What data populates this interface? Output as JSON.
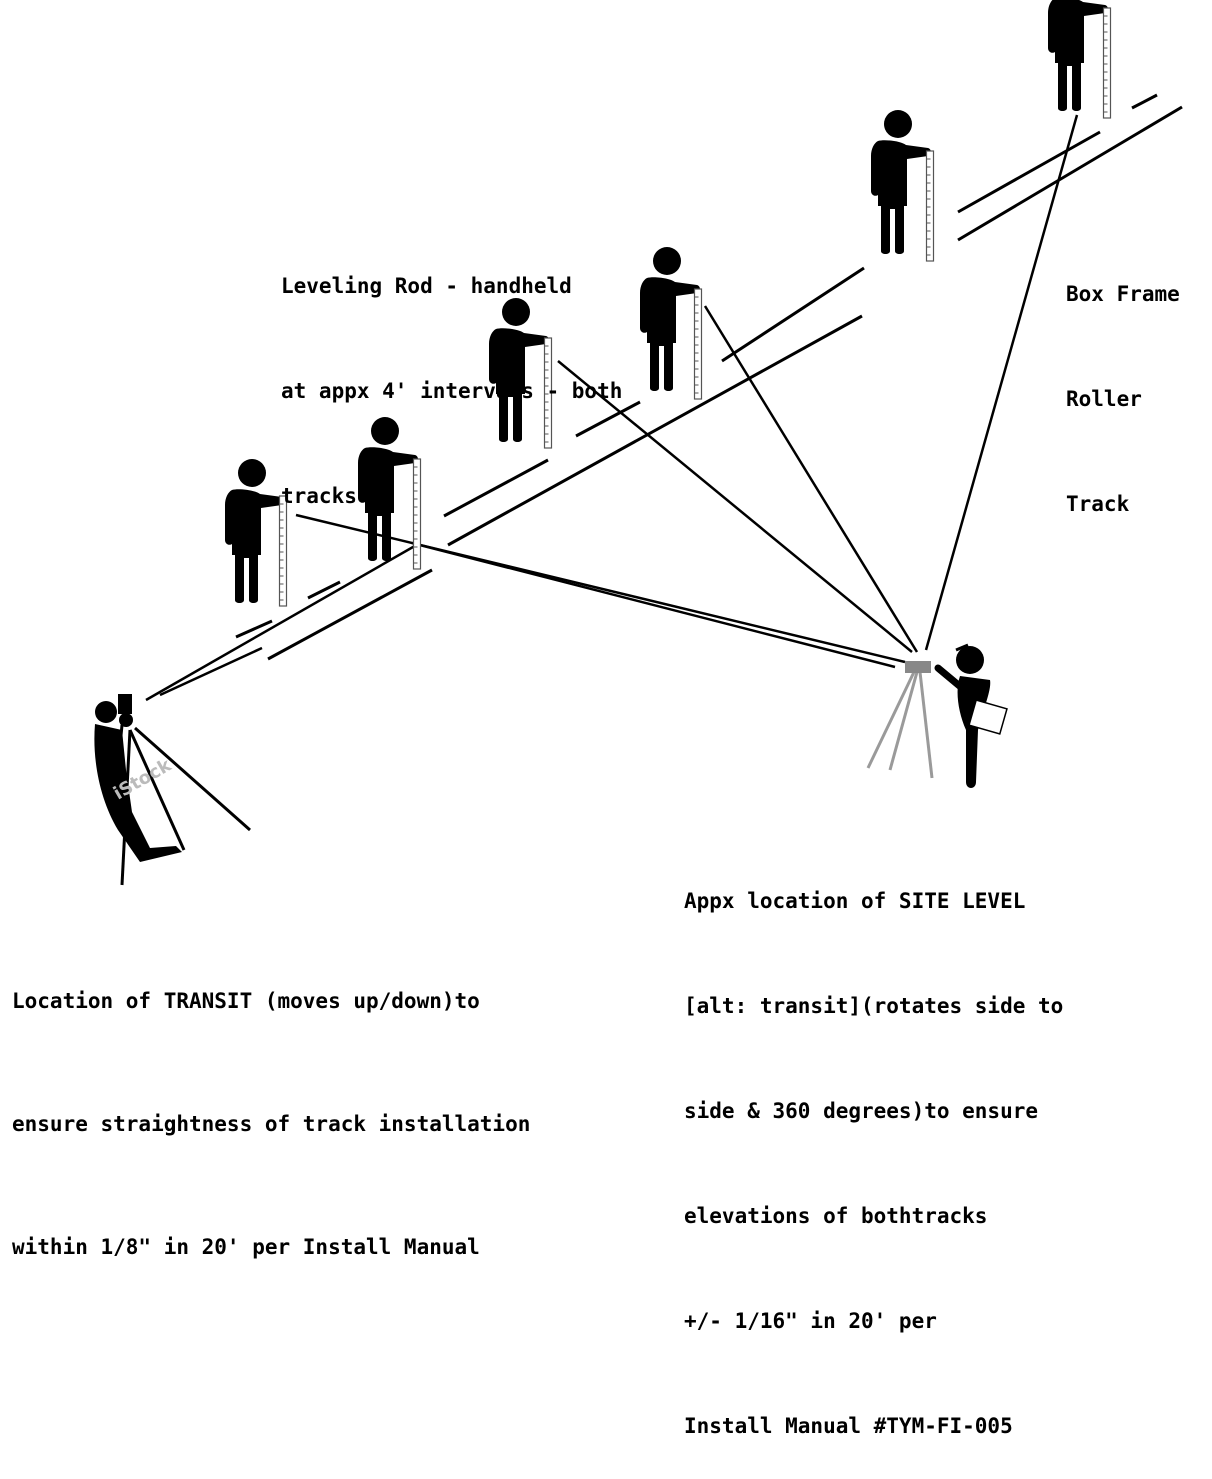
{
  "labels": {
    "leveling_rod": [
      "Leveling Rod - handheld",
      "at appx 4' intervals - both",
      "tracks"
    ],
    "track": [
      "Box Frame",
      "Roller",
      "Track"
    ],
    "site_level": [
      "Appx location of SITE LEVEL",
      "[alt: transit](rotates side to",
      "side & 360 degrees)to ensure",
      "elevations of bothtracks",
      "+/- 1/16\" in 20' per",
      "Install Manual #TYM-FI-005"
    ],
    "transit": [
      "Location of TRANSIT (moves up/down)to",
      "ensure straightness of track installation",
      "within 1/8\" in 20' per Install Manual"
    ]
  },
  "watermark": "iStock",
  "colors": {
    "ink": "#000000",
    "tripod_gray": "#9a9a9a",
    "background": "#ffffff"
  }
}
